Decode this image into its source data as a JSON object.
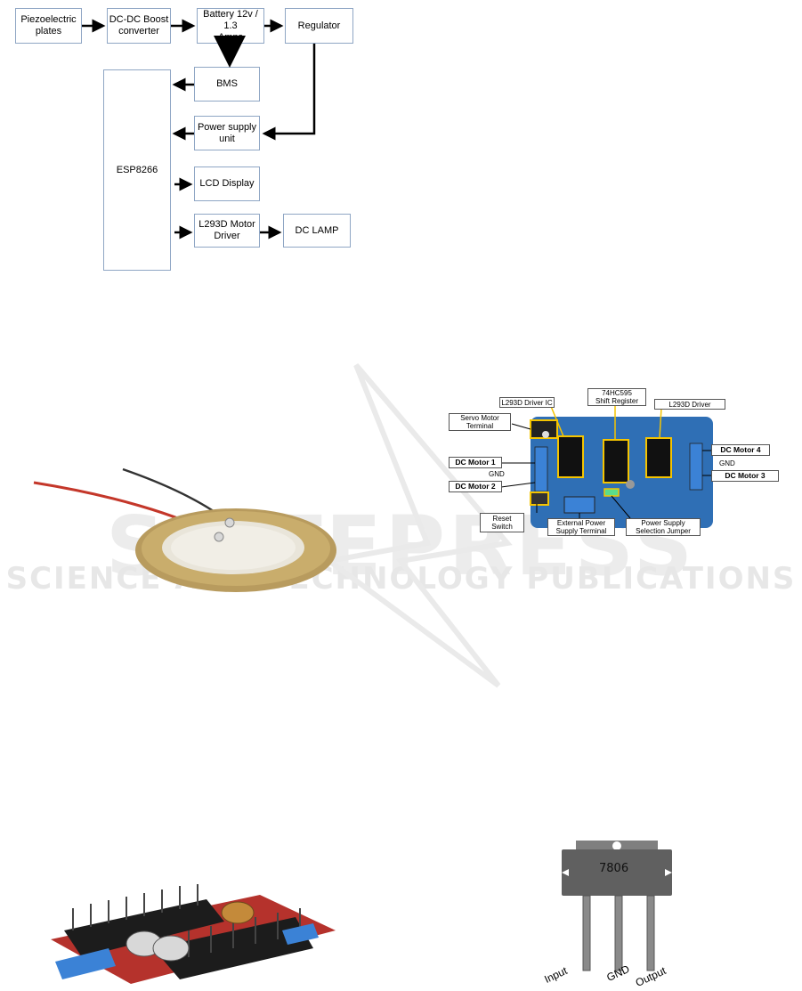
{
  "watermark": {
    "main": "SCITEPRESS",
    "sub": "SCIENCE AND TECHNOLOGY PUBLICATIONS"
  },
  "block_diagram": {
    "piezo": "Piezoelectric\nplates",
    "boost": "DC-DC Boost\nconverter",
    "battery": "Battery 12v / 1.3\nAmps",
    "regulator": "Regulator",
    "bms": "BMS",
    "psu": "Power supply\nunit",
    "esp": "ESP8266",
    "lcd": "LCD Display",
    "l293d": "L293D Motor\nDriver",
    "lamp": "DC LAMP"
  },
  "motor_shield": {
    "driver_ic": "L293D Driver IC",
    "shift_register": "74HC595\nShift Register",
    "l293d_driver": "L293D Driver",
    "servo": "Servo Motor\nTerminal",
    "dc1": "DC Motor 1",
    "gnd_left": "GND",
    "dc2": "DC Motor 2",
    "dc4": "DC Motor 4",
    "gnd_right": "GND",
    "dc3": "DC Motor 3",
    "reset": "Reset\nSwitch",
    "ext_power": "External Power\nSupply Terminal",
    "ps_jumper": "Power Supply\nSelection Jumper"
  },
  "regulator_chip": {
    "marking": "7806",
    "pin1": "Input",
    "pin2": "GND",
    "pin3": "Output"
  },
  "colors": {
    "board_blue": "#2f6fb5",
    "terminal_blue": "#3b82d6",
    "highlight_yellow": "#f5c400",
    "heatsink": "#1c1c1c",
    "pcb_red": "#b5322c",
    "piezo_brass": "#b89b5e"
  }
}
